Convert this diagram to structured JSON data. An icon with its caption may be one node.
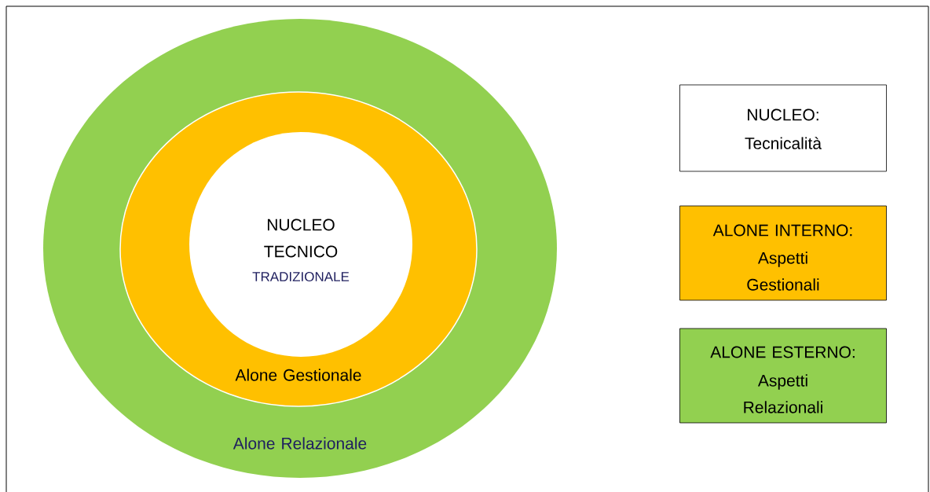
{
  "diagram": {
    "nodes": [
      {
        "text": [
          "Alone Relazionale"
        ]
      },
      {
        "text": [
          "Alone Gestionale"
        ],
        "in": 0
      },
      {
        "text": [
          "NUCLEO TECNICO",
          "TRADIZIONALE"
        ],
        "in": 1
      },
      {
        "text": [
          "NUCLEO:",
          "Tecnicalità"
        ]
      },
      {
        "text": [
          "ALONE INTERNO:",
          "Aspetti Gestionali"
        ]
      },
      {
        "text": [
          "ALONE ESTERNO:",
          "Aspetti Relazionali"
        ]
      }
    ]
  }
}
